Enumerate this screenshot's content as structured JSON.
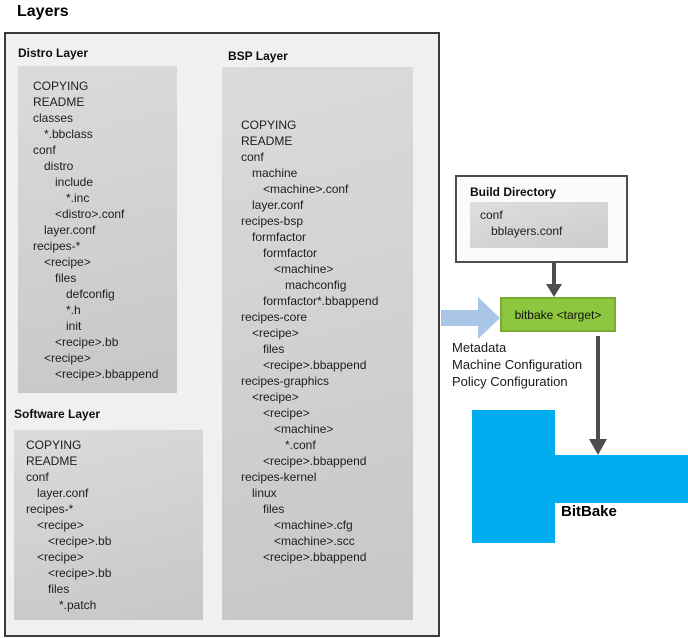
{
  "title": "Layers",
  "distro_layer": {
    "label": "Distro Layer",
    "items": [
      {
        "indent": 0,
        "text": "COPYING"
      },
      {
        "indent": 0,
        "text": "README"
      },
      {
        "indent": 0,
        "text": "classes"
      },
      {
        "indent": 1,
        "text": "*.bbclass"
      },
      {
        "indent": 0,
        "text": "conf"
      },
      {
        "indent": 1,
        "text": "distro"
      },
      {
        "indent": 2,
        "text": "include"
      },
      {
        "indent": 3,
        "text": "*.inc"
      },
      {
        "indent": 2,
        "text": "<distro>.conf"
      },
      {
        "indent": 1,
        "text": "layer.conf"
      },
      {
        "indent": 0,
        "text": "recipes-*"
      },
      {
        "indent": 1,
        "text": "<recipe>"
      },
      {
        "indent": 2,
        "text": "files"
      },
      {
        "indent": 3,
        "text": "defconfig"
      },
      {
        "indent": 3,
        "text": "*.h"
      },
      {
        "indent": 3,
        "text": "init"
      },
      {
        "indent": 2,
        "text": "<recipe>.bb"
      },
      {
        "indent": 1,
        "text": "<recipe>"
      },
      {
        "indent": 2,
        "text": "<recipe>.bbappend"
      }
    ]
  },
  "bsp_layer": {
    "label": "BSP Layer",
    "items": [
      {
        "indent": 0,
        "text": "COPYING"
      },
      {
        "indent": 0,
        "text": "README"
      },
      {
        "indent": 0,
        "text": "conf"
      },
      {
        "indent": 1,
        "text": "machine"
      },
      {
        "indent": 2,
        "text": "<machine>.conf"
      },
      {
        "indent": 1,
        "text": "layer.conf"
      },
      {
        "indent": 0,
        "text": "recipes-bsp"
      },
      {
        "indent": 1,
        "text": "formfactor"
      },
      {
        "indent": 2,
        "text": "formfactor"
      },
      {
        "indent": 3,
        "text": "<machine>"
      },
      {
        "indent": 4,
        "text": "machconfig"
      },
      {
        "indent": 2,
        "text": "formfactor*.bbappend"
      },
      {
        "indent": 0,
        "text": "recipes-core"
      },
      {
        "indent": 1,
        "text": "<recipe>"
      },
      {
        "indent": 2,
        "text": "files"
      },
      {
        "indent": 2,
        "text": "<recipe>.bbappend"
      },
      {
        "indent": 0,
        "text": "recipes-graphics"
      },
      {
        "indent": 1,
        "text": "<recipe>"
      },
      {
        "indent": 2,
        "text": "<recipe>"
      },
      {
        "indent": 3,
        "text": "<machine>"
      },
      {
        "indent": 4,
        "text": "*.conf"
      },
      {
        "indent": 2,
        "text": "<recipe>.bbappend"
      },
      {
        "indent": 0,
        "text": "recipes-kernel"
      },
      {
        "indent": 1,
        "text": "linux"
      },
      {
        "indent": 2,
        "text": "files"
      },
      {
        "indent": 3,
        "text": "<machine>.cfg"
      },
      {
        "indent": 3,
        "text": "<machine>.scc"
      },
      {
        "indent": 2,
        "text": "<recipe>.bbappend"
      }
    ]
  },
  "software_layer": {
    "label": "Software Layer",
    "items": [
      {
        "indent": 0,
        "text": "COPYING"
      },
      {
        "indent": 0,
        "text": "README"
      },
      {
        "indent": 0,
        "text": "conf"
      },
      {
        "indent": 1,
        "text": "layer.conf"
      },
      {
        "indent": 0,
        "text": "recipes-*"
      },
      {
        "indent": 1,
        "text": "<recipe>"
      },
      {
        "indent": 2,
        "text": "<recipe>.bb"
      },
      {
        "indent": 1,
        "text": "<recipe>"
      },
      {
        "indent": 2,
        "text": "<recipe>.bb"
      },
      {
        "indent": 2,
        "text": "files"
      },
      {
        "indent": 3,
        "text": "*.patch"
      }
    ]
  },
  "build_directory": {
    "label": "Build Directory",
    "items": [
      {
        "indent": 0,
        "text": "conf"
      },
      {
        "indent": 1,
        "text": "bblayers.conf"
      }
    ]
  },
  "bitbake_target_label": "bitbake <target>",
  "annotations": {
    "lines": [
      "Metadata",
      "Machine Configuration",
      "Policy Configuration"
    ]
  },
  "bitbake_label": "BitBake",
  "colors": {
    "accent_green": "#8dc63f",
    "accent_blue": "#00aeef",
    "arrow_light_blue": "#a9c6e8",
    "arrow_dark": "#4d4d4d",
    "panel_gray": "#f0f0f0",
    "tree_gray": "#cecece"
  }
}
